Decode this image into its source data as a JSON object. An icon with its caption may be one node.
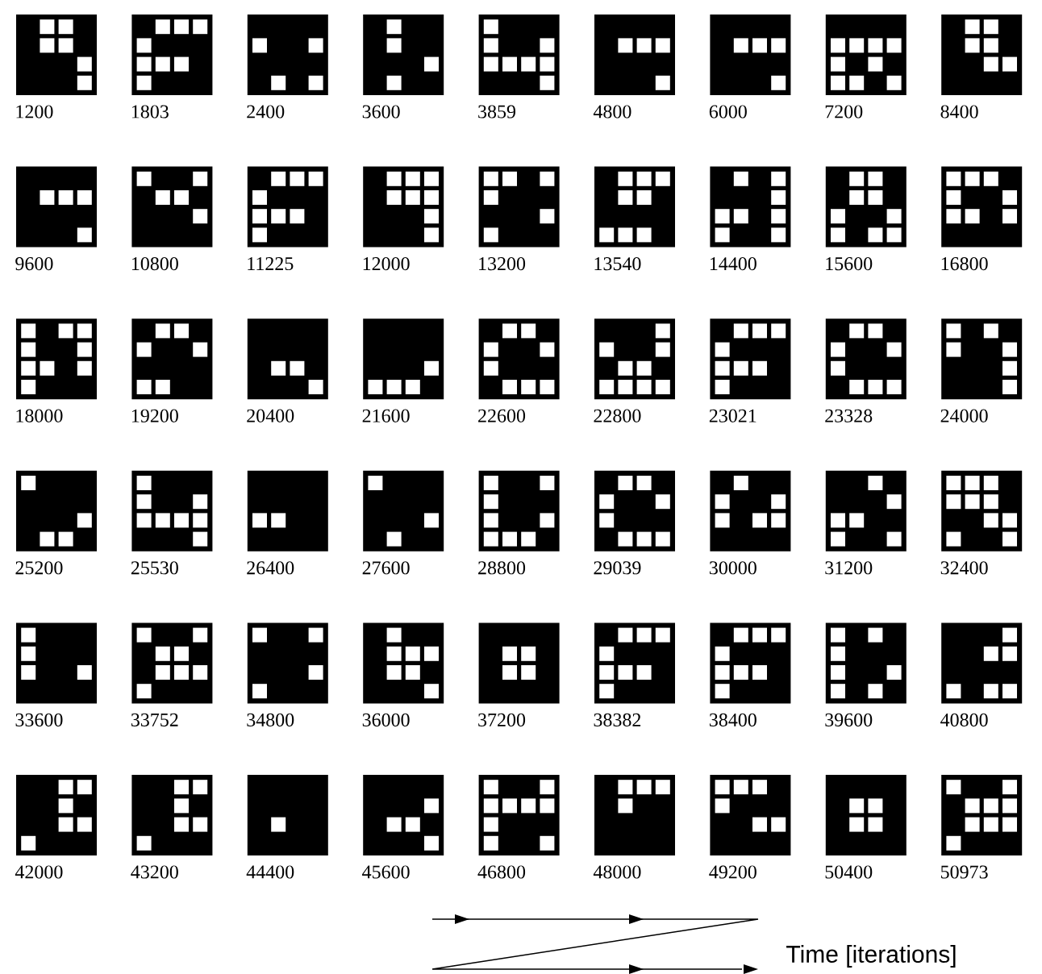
{
  "diagram": {
    "labels": [
      "1200",
      "1803",
      "2400",
      "3600",
      "3859",
      "4800",
      "6000",
      "7200",
      "8400",
      "9600",
      "10800",
      "11225",
      "12000",
      "13200",
      "13540",
      "14400",
      "15600",
      "16800",
      "18000",
      "19200",
      "20400",
      "21600",
      "22600",
      "22800",
      "23021",
      "23328",
      "24000",
      "25200",
      "25530",
      "26400",
      "27600",
      "28800",
      "29039",
      "30000",
      "31200",
      "32400",
      "33600",
      "33752",
      "34800",
      "36000",
      "37200",
      "38382",
      "38400",
      "39600",
      "40800",
      "42000",
      "43200",
      "44400",
      "45600",
      "46800",
      "48000",
      "49200",
      "50400",
      "50973",
      "Time [iterations]"
    ]
  }
}
